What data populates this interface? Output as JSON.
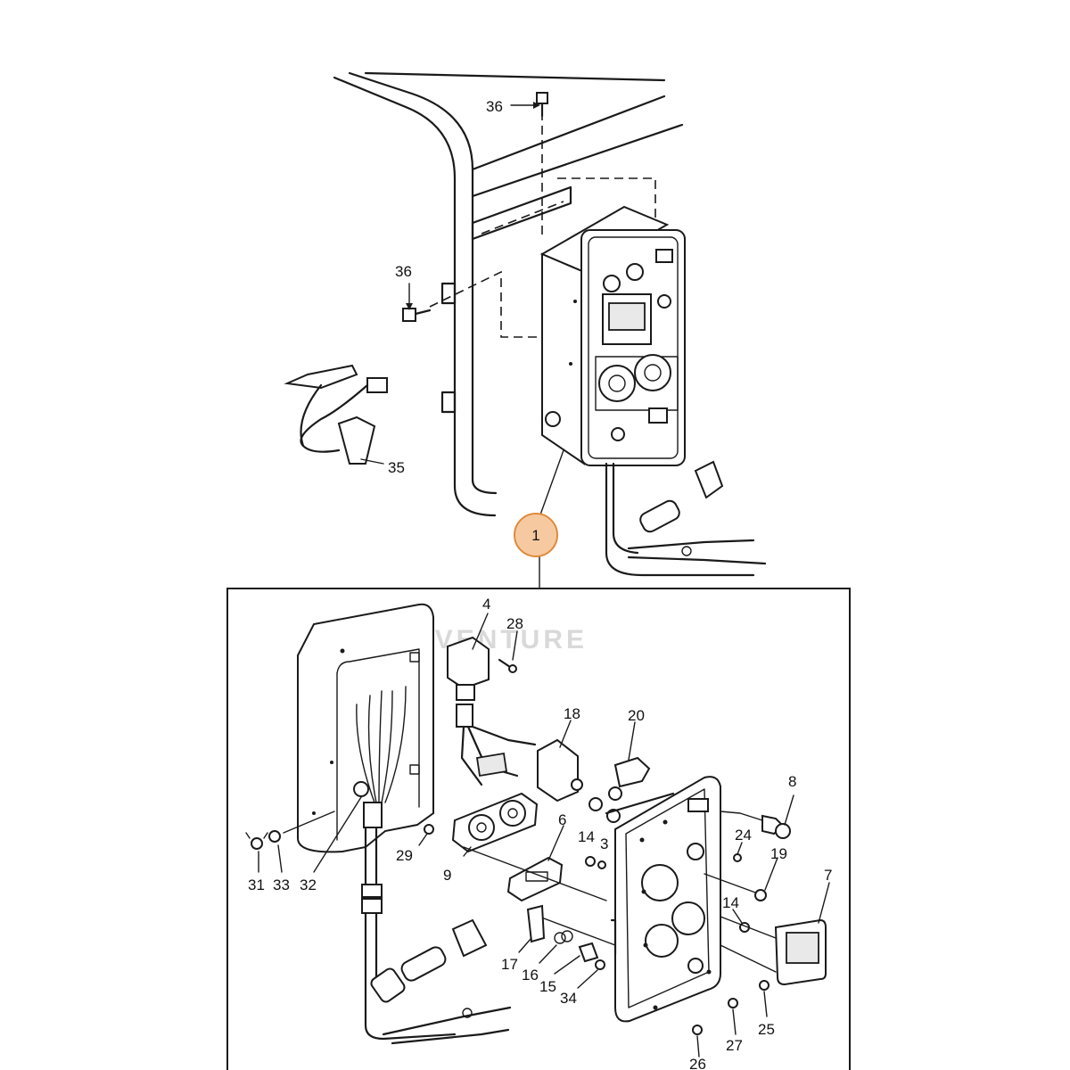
{
  "watermark": "ENVENTURE",
  "callout": {
    "label": "1",
    "fill": "#f6c9a1",
    "stroke": "#e08a3c"
  },
  "labels": {
    "p36a": "36",
    "p36b": "36",
    "p35": "35",
    "p4": "4",
    "p28": "28",
    "p18": "18",
    "p20": "20",
    "p8": "8",
    "p24": "24",
    "p19": "19",
    "p7": "7",
    "p14a": "14",
    "p3": "3",
    "p6": "6",
    "p14b": "14",
    "p9": "9",
    "p29": "29",
    "p31": "31",
    "p33": "33",
    "p32": "32",
    "p17": "17",
    "p16": "16",
    "p15": "15",
    "p34": "34",
    "p25": "25",
    "p27": "27",
    "p26": "26"
  }
}
